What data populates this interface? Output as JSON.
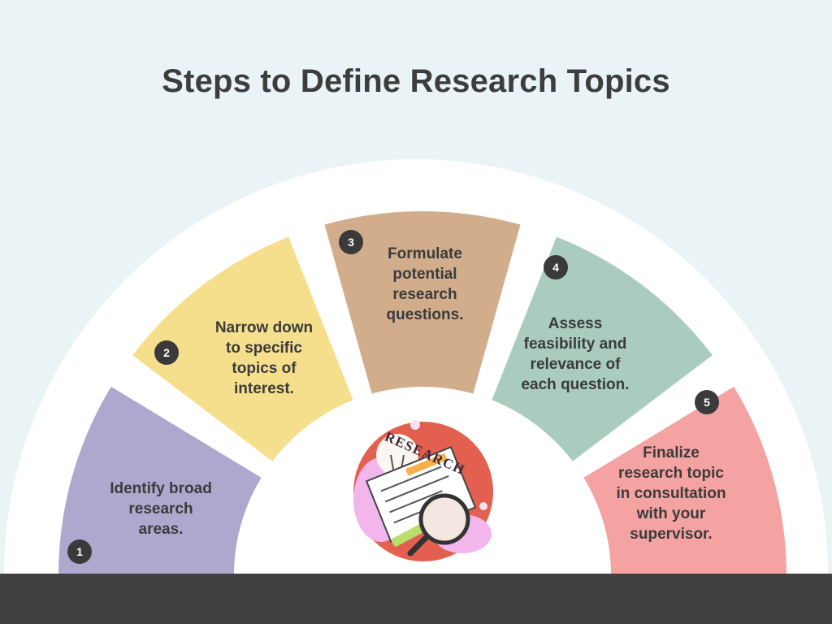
{
  "title": "Steps to Define Research Topics",
  "steps": [
    {
      "number": "1",
      "text": "Identify broad\nresearch\nareas.",
      "color": "#aea8ce"
    },
    {
      "number": "2",
      "text": "Narrow down\nto specific\ntopics of\ninterest.",
      "color": "#f6df8c"
    },
    {
      "number": "3",
      "text": "Formulate\npotential\nresearch\nquestions.",
      "color": "#d1ad8c"
    },
    {
      "number": "4",
      "text": "Assess\nfeasibility and\nrelevance of\neach question.",
      "color": "#a9ccbf"
    },
    {
      "number": "5",
      "text": "Finalize\nresearch topic\nin consultation\nwith your\nsupervisor.",
      "color": "#f4a3a2"
    }
  ],
  "illustration": {
    "label": "RESEARCH",
    "icons": [
      "lightbulb-icon",
      "document-icon",
      "magnifier-icon",
      "pencil-icon"
    ]
  },
  "colors": {
    "background": "#eaf4f6",
    "arch": "#ffffff",
    "footer": "#404040",
    "title": "#3d3d3d",
    "badge": "#3a3a3a"
  }
}
